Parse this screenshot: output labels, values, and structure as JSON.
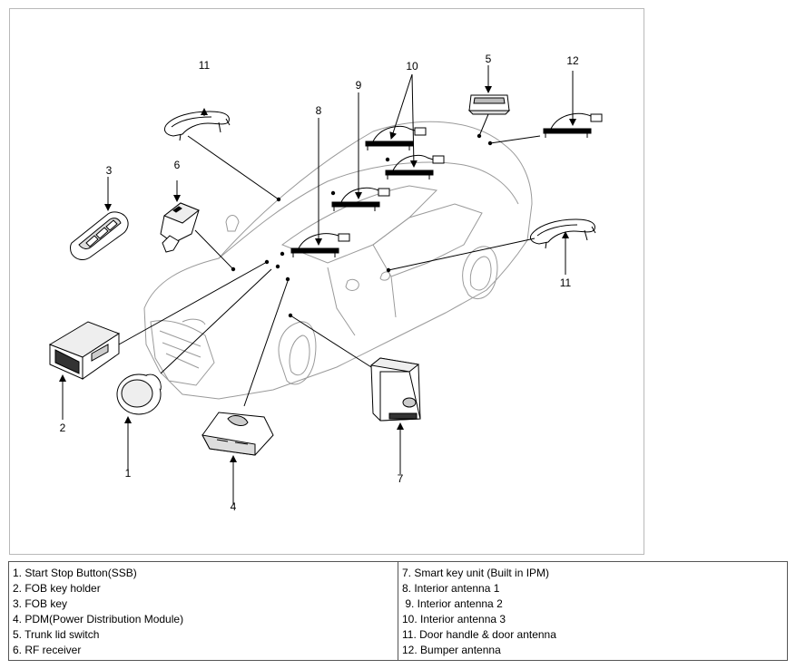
{
  "callouts": {
    "c1": "1",
    "c2": "2",
    "c3": "3",
    "c4": "4",
    "c5": "5",
    "c6": "6",
    "c7": "7",
    "c8": "8",
    "c9": "9",
    "c10": "10",
    "c11a": "11",
    "c11b": "11",
    "c12": "12"
  },
  "legend": {
    "left": [
      "1. Start Stop Button(SSB)",
      "2. FOB key holder",
      "3. FOB key",
      "4. PDM(Power Distribution Module)",
      "5. Trunk lid switch",
      "6. RF receiver"
    ],
    "right": [
      "7. Smart key unit (Built in IPM)",
      "8. Interior antenna 1",
      " 9. Interior antenna 2",
      "10. Interior antenna 3",
      "11. Door handle & door antenna",
      "12. Bumper antenna"
    ]
  }
}
